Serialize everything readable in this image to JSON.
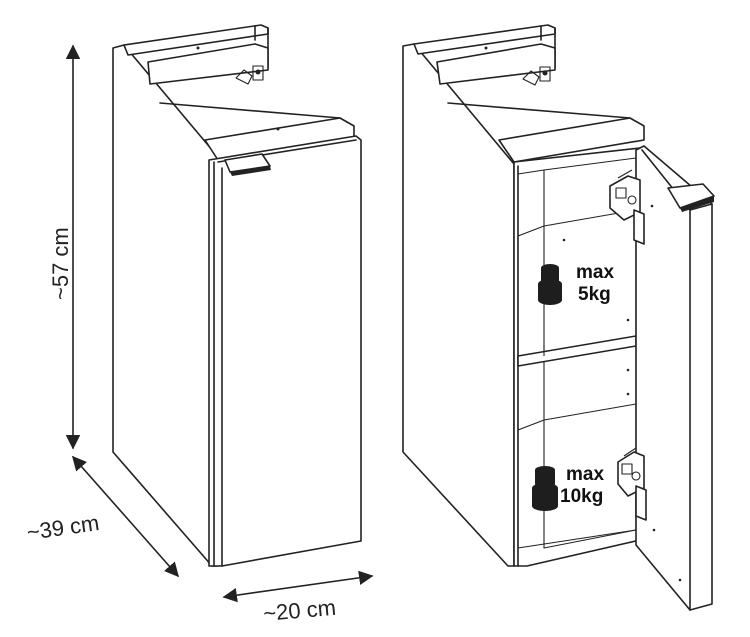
{
  "dimensions": {
    "height": "~57 cm",
    "depth": "~39 cm",
    "width": "~20 cm"
  },
  "load_labels": {
    "upper_max": "max",
    "upper_value": "5kg",
    "lower_max": "max",
    "lower_value": "10kg"
  },
  "icons": [
    "weight-icon",
    "hinge-icon",
    "handle-icon",
    "dimension-arrow-icon"
  ]
}
